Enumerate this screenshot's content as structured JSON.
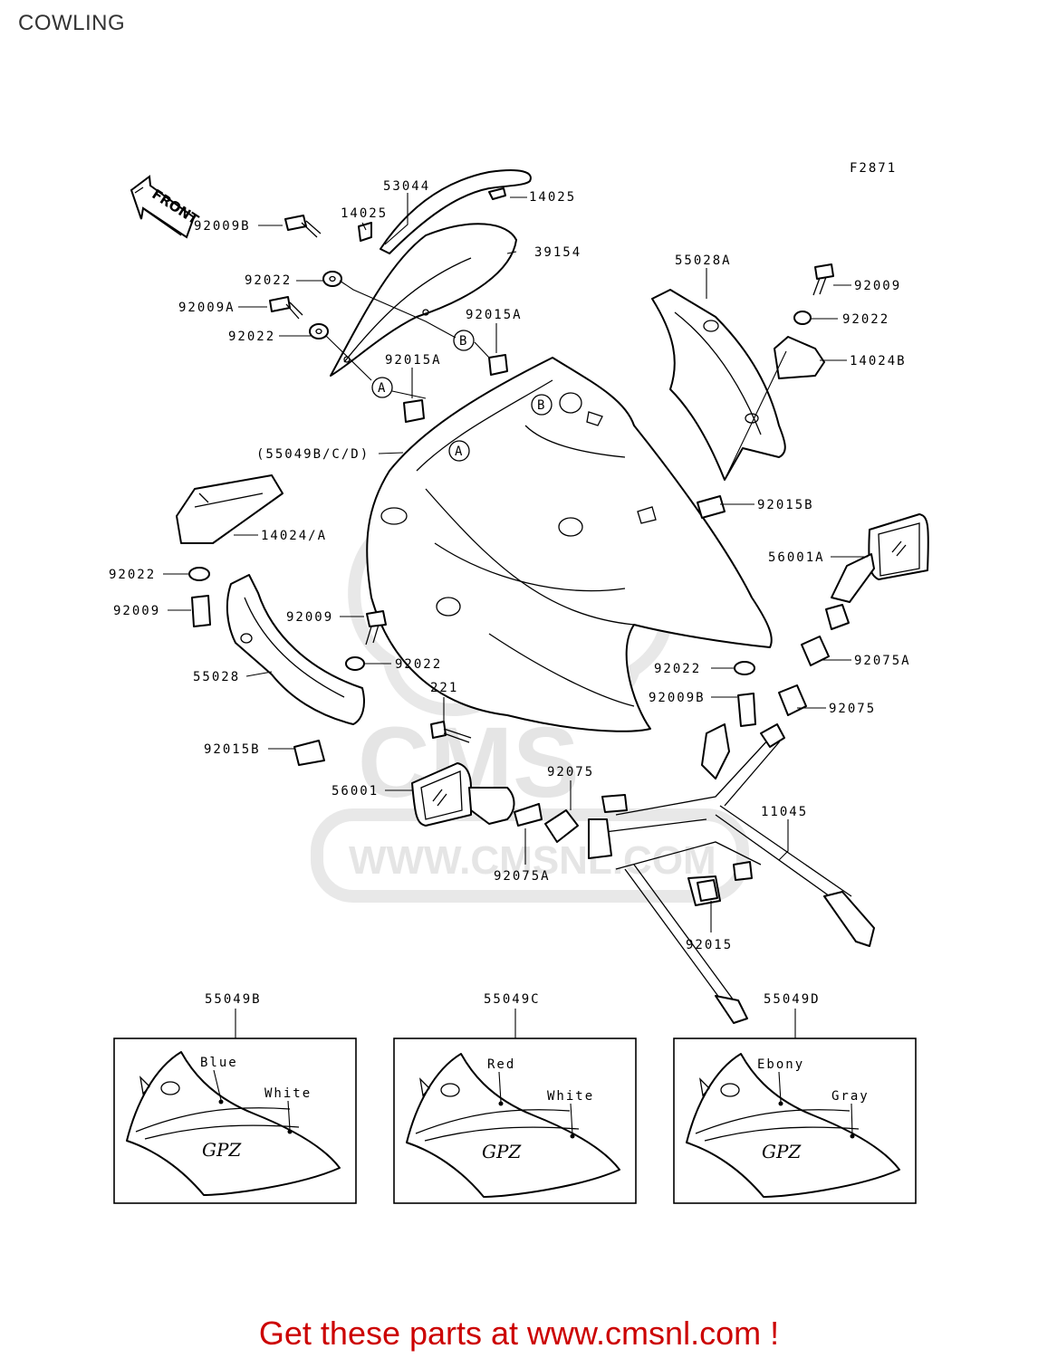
{
  "page": {
    "title": "COWLING",
    "figure_code": "F2871"
  },
  "front_arrow": {
    "label": "FRONT"
  },
  "watermark": {
    "logo": "CMS",
    "url": "WWW.CMSNL.COM"
  },
  "callouts": {
    "a": "A",
    "b": "B"
  },
  "parts": {
    "p53044": "53044",
    "p14025_top": "14025",
    "p14025_left": "14025",
    "p39154": "39154",
    "p92009B_top": "92009B",
    "p92022_1": "92022",
    "p92009A": "92009A",
    "p92022_2": "92022",
    "p92015A_1": "92015A",
    "p92015A_2": "92015A",
    "p55049BCD": "(55049B/C/D)",
    "p55028A": "55028A",
    "p92009_right": "92009",
    "p92022_right": "92022",
    "p14024B": "14024B",
    "p92015B_right": "92015B",
    "p14024A": "14024/A",
    "p92022_left": "92022",
    "p92009_left": "92009",
    "p92009_mid": "92009",
    "p92022_mid": "92022",
    "p55028": "55028",
    "p92015B_left": "92015B",
    "p56001A": "56001A",
    "p92075A_right": "92075A",
    "p92022_lower": "92022",
    "p92009B_lower": "92009B",
    "p92075_right": "92075",
    "p221": "221",
    "p92075_mid": "92075",
    "p56001": "56001",
    "p11045": "11045",
    "p92075A_bottom": "92075A",
    "p92015": "92015"
  },
  "variants": [
    {
      "code": "55049B",
      "color_upper": "Blue",
      "color_lower": "White",
      "decal": "GPZ"
    },
    {
      "code": "55049C",
      "color_upper": "Red",
      "color_lower": "White",
      "decal": "GPZ"
    },
    {
      "code": "55049D",
      "color_upper": "Ebony",
      "color_lower": "Gray",
      "decal": "GPZ"
    }
  ],
  "footer": {
    "cta": "Get these parts at www.cmsnl.com !"
  },
  "colors": {
    "cta": "#cc0000",
    "line": "#000000",
    "watermark": "#e3e3e3"
  }
}
